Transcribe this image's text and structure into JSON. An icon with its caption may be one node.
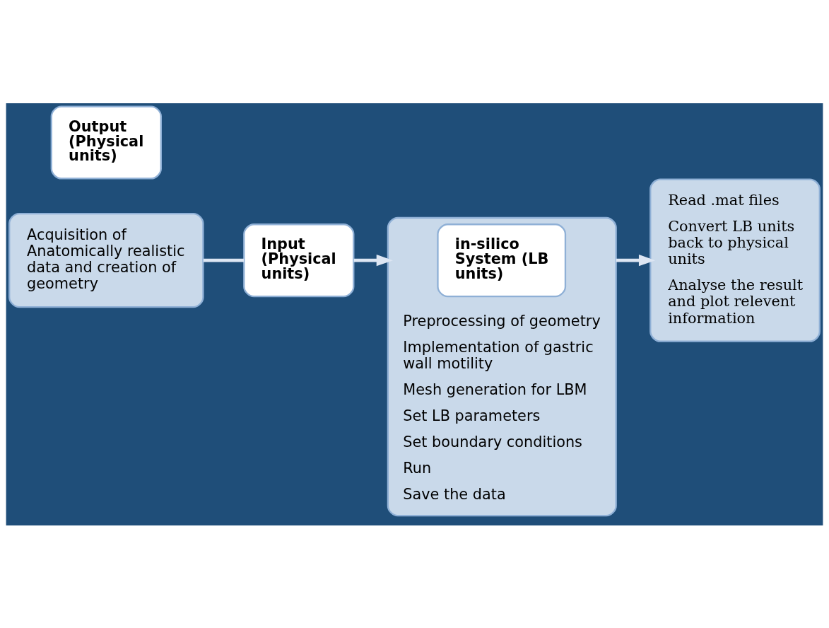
{
  "diagram": {
    "nodes": [
      {
        "text": [
          "Acquisition of Anatomically realistic data and creation of geometry"
        ]
      },
      {
        "text": [
          "Input (Physical units)"
        ]
      },
      {
        "text": [
          "Preprocessing of geometry",
          "Implementation of gastric wall motility",
          "Mesh generation for LBM",
          "Set LB parameters",
          "Set boundary conditions",
          "Run",
          "Save the data"
        ]
      },
      {
        "text": [
          "in-silico System (LB units)"
        ],
        "in": 2
      },
      {
        "text": [
          "Read .mat files",
          "Convert LB units back to physical units",
          "Analyse the result and plot relevent information"
        ]
      },
      {
        "text": [
          "Output (Physical units)"
        ]
      }
    ],
    "edges": [
      {
        "from": 0,
        "to": 1,
        "arrow": "none"
      },
      {
        "from": 1,
        "to": 2,
        "arrow": "to"
      },
      {
        "from": 2,
        "to": 4,
        "arrow": "to"
      }
    ]
  }
}
